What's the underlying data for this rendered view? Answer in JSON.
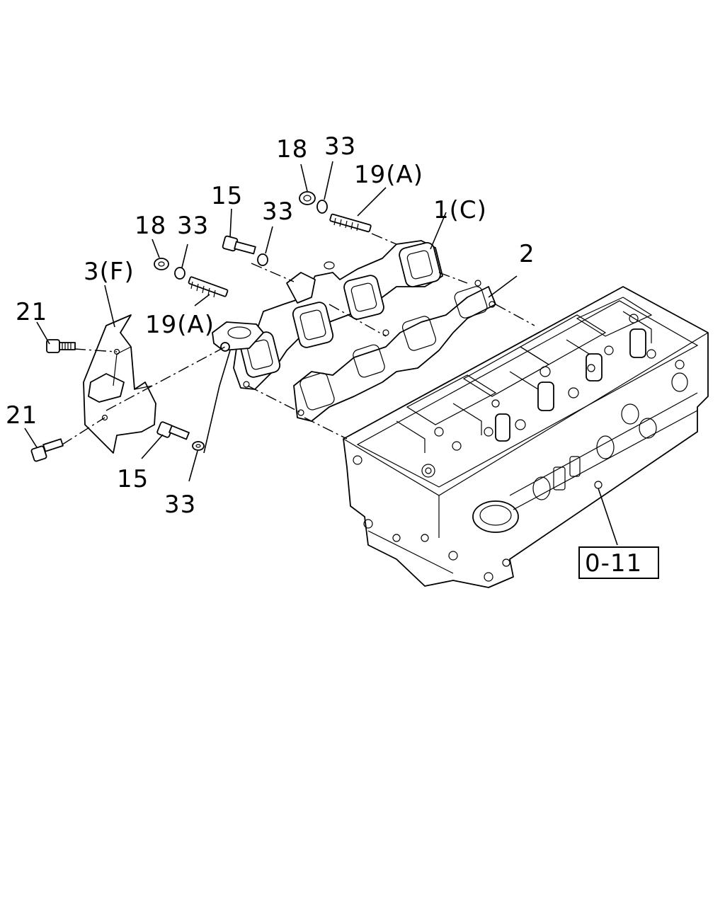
{
  "callouts": {
    "c18_top": "18",
    "c33_top": "33",
    "c19a_top": "19(A)",
    "c1c": "1(C)",
    "c2": "2",
    "c15_top": "15",
    "c33_mid": "33",
    "c18_left": "18",
    "c33_left": "33",
    "c3f": "3(F)",
    "c21_top": "21",
    "c19a_left": "19(A)",
    "c21_bottom": "21",
    "c15_bottom": "15",
    "c33_bottom": "33"
  },
  "reference": {
    "label": "0-11"
  }
}
